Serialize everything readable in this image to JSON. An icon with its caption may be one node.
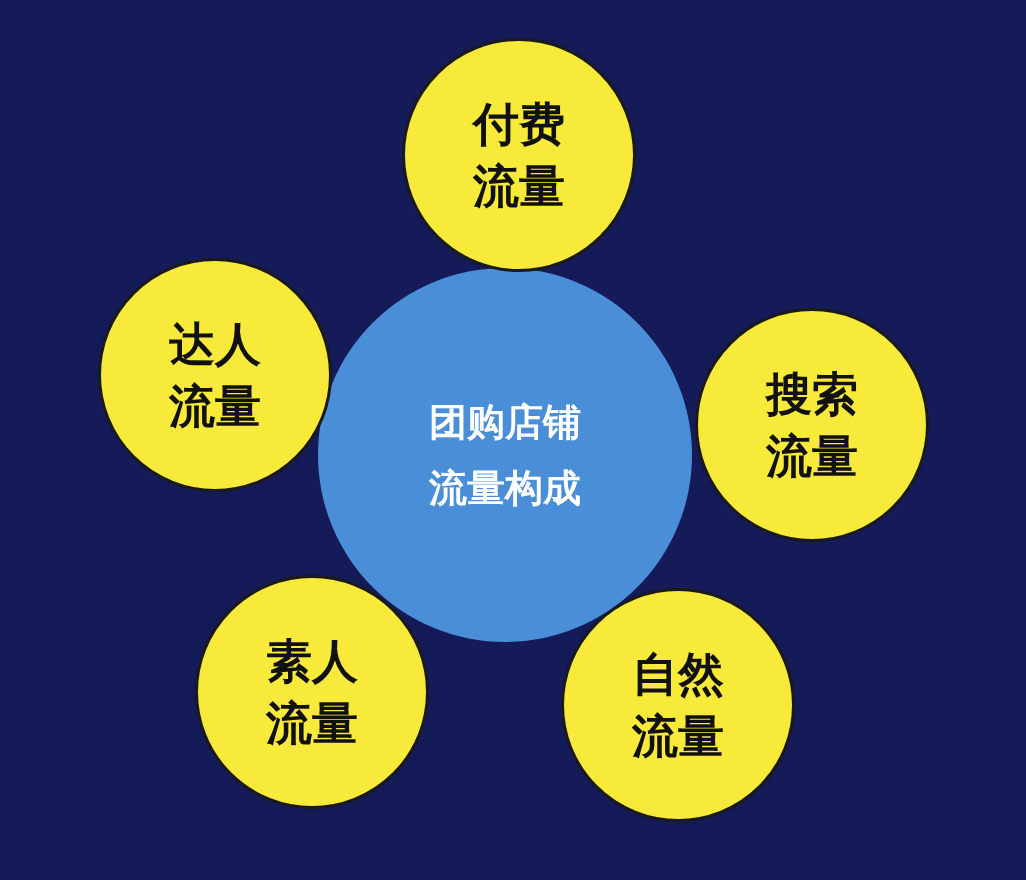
{
  "diagram": {
    "nodes": [
      {
        "text": [
          "付费流量"
        ]
      },
      {
        "text": [
          "达人流量"
        ]
      },
      {
        "text": [
          "团购店铺流量构成"
        ]
      },
      {
        "text": [
          "搜索流量"
        ]
      },
      {
        "text": [
          "素人流量"
        ]
      },
      {
        "text": [
          "自然流量"
        ]
      }
    ]
  }
}
